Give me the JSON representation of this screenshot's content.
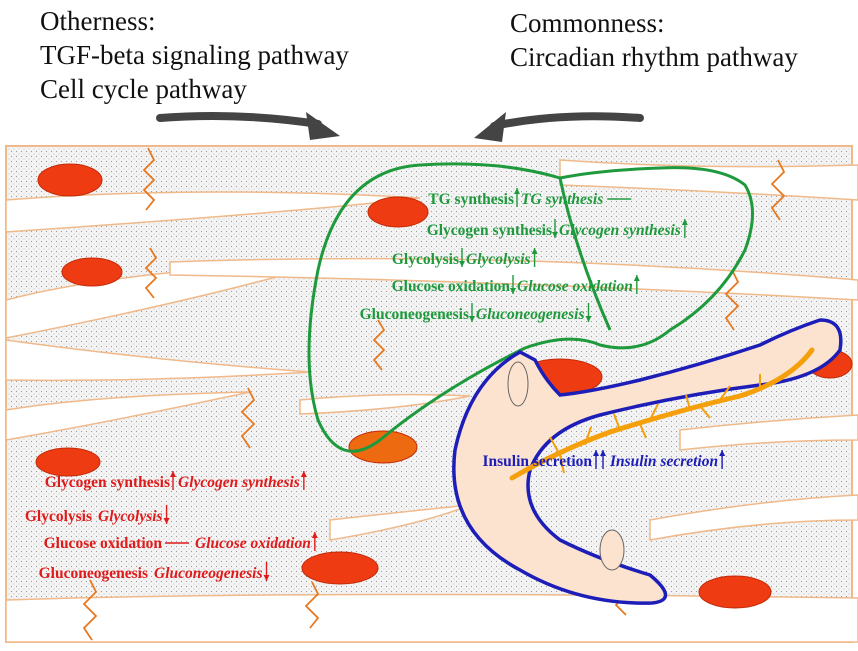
{
  "headings": {
    "otherness_title": "Otherness:",
    "otherness_items": [
      "TGF-beta signaling pathway",
      "Cell cycle pathway"
    ],
    "commonness_title": "Commonness:",
    "commonness_items": [
      "Circadian rhythm pathway"
    ]
  },
  "liver": {
    "color": "#1e9a3c",
    "rows": [
      {
        "left": "TG synthesis",
        "right": "TG synthesis",
        "left_mark": "up",
        "right_mark": "flat"
      },
      {
        "left": "Glycogen synthesis",
        "right": "Glycogen synthesis",
        "left_mark": "down",
        "right_mark": "up"
      },
      {
        "left": "Glycolysis",
        "right": "Glycolysis",
        "left_mark": "down",
        "right_mark": "up"
      },
      {
        "left": "Glucose oxidation",
        "right": "Glucose oxidation",
        "left_mark": "down",
        "right_mark": "up"
      },
      {
        "left": "Gluconeogenesis",
        "right": "Gluconeogenesis",
        "left_mark": "down",
        "right_mark": "down"
      }
    ]
  },
  "muscle": {
    "color": "#e01a1a",
    "rows": [
      {
        "left": "Glycogen synthesis",
        "right": "Glycogen synthesis",
        "left_mark": "up",
        "right_mark": "up"
      },
      {
        "left": "Glycolysis",
        "right": "Glycolysis",
        "left_mark": "none",
        "right_mark": "down"
      },
      {
        "left": "Glucose oxidation",
        "right": "Glucose oxidation",
        "left_mark": "flat",
        "right_mark": "up"
      },
      {
        "left": "Gluconeogenesis",
        "right": "Gluconeogenesis",
        "left_mark": "none",
        "right_mark": "down"
      }
    ]
  },
  "pancreas": {
    "color": "#1d1db8",
    "left": "Insulin secretion",
    "right": "Insulin secretion",
    "left_mark": "up",
    "right_mark": "up"
  },
  "colors": {
    "background_fill": "#f2f2f2",
    "border": "#f0b98a",
    "fat_cell": "#ee3b12",
    "nerve": "#e8781e",
    "pancreas_fill": "#fbe3cf",
    "duct": "#f5a00a",
    "arrow": "#444444"
  }
}
